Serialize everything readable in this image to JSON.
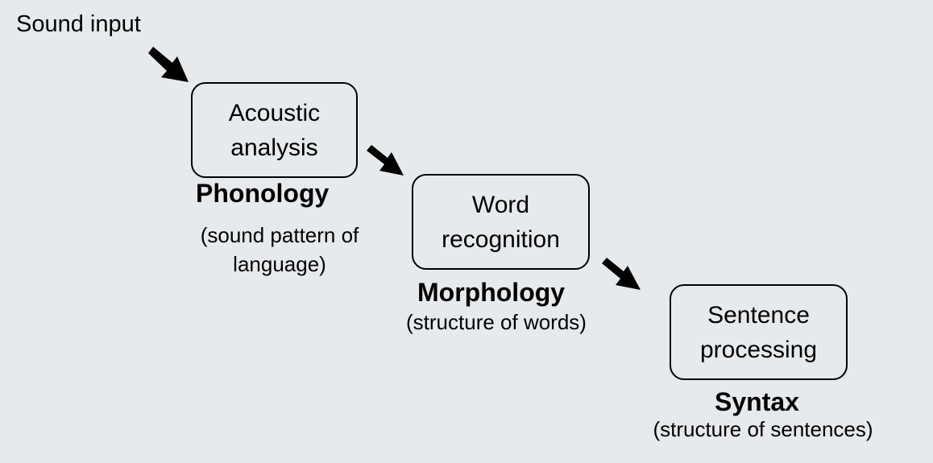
{
  "diagram": {
    "input_label": "Sound input",
    "stages": [
      {
        "box_lines": [
          "Acoustic",
          "analysis"
        ],
        "title": "Phonology",
        "description_lines": [
          "(sound pattern of",
          "language)"
        ]
      },
      {
        "box_lines": [
          "Word",
          "recognition"
        ],
        "title": "Morphology",
        "description_lines": [
          "(structure of words)"
        ]
      },
      {
        "box_lines": [
          "Sentence",
          "processing"
        ],
        "title": "Syntax",
        "description_lines": [
          "(structure of sentences)"
        ]
      }
    ],
    "colors": {
      "background": "#e6eaed",
      "ink": "#000000"
    }
  }
}
